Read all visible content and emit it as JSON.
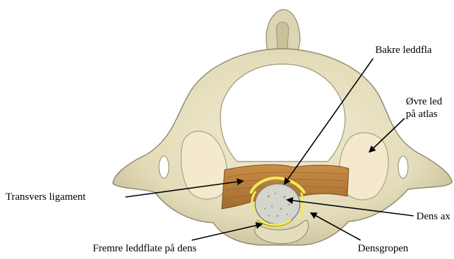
{
  "labels": {
    "bakre_leddflate": "Bakre leddfla",
    "ovre_leddflate_line1": "Øvre led",
    "ovre_leddflate_line2": "på atlas",
    "transvers_ligament": "Transvers ligament",
    "dens_axis": "Dens ax",
    "fremre_leddflate": "Fremre leddflate på dens",
    "densgropen": "Densgropen"
  },
  "colors": {
    "bone_fill": "#e8e3c4",
    "bone_shadow": "#c9c19a",
    "bone_outline": "#8f8a70",
    "facet_fill": "#f3e8cc",
    "ligament": "#b07a3c",
    "ligament_dark": "#8c5a28",
    "articular_yellow": "#f2ea5c",
    "dens_fill": "#d4d6cc",
    "arrow": "#000000"
  }
}
